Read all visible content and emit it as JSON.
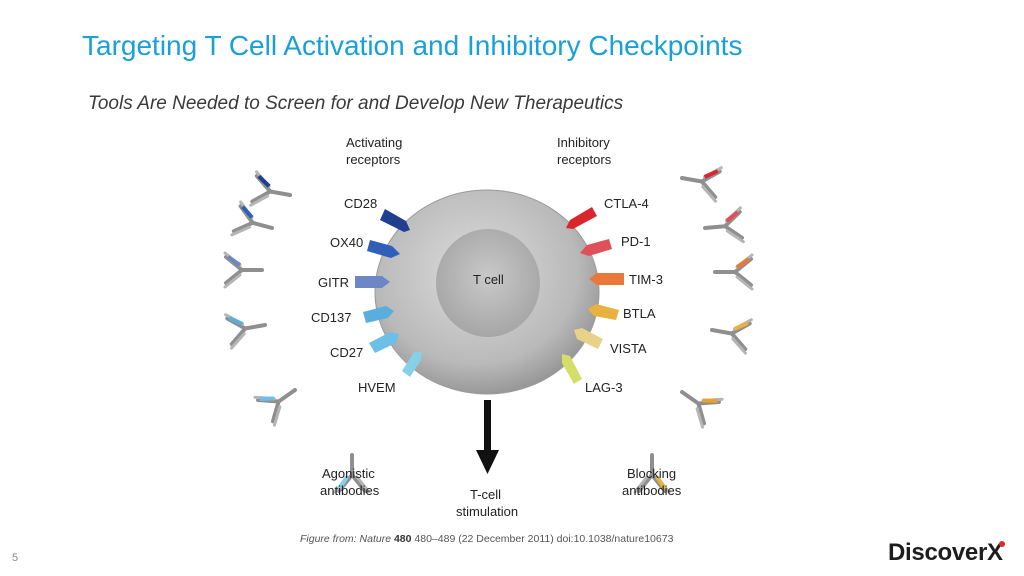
{
  "slide": {
    "title": "Targeting T Cell Activation and Inhibitory Checkpoints",
    "subtitle": "Tools Are Needed to Screen for and Develop New Therapeutics",
    "page_number": "5"
  },
  "diagram": {
    "activating_heading": [
      "Activating",
      "receptors"
    ],
    "inhibitory_heading": [
      "Inhibitory",
      "receptors"
    ],
    "cell_label": "T cell",
    "activating_receptors": [
      "CD28",
      "OX40",
      "GITR",
      "CD137",
      "CD27",
      "HVEM"
    ],
    "inhibitory_receptors": [
      "CTLA-4",
      "PD-1",
      "TIM-3",
      "BTLA",
      "VISTA",
      "LAG-3"
    ],
    "agonistic_label": [
      "Agonistic",
      "antibodies"
    ],
    "blocking_label": [
      "Blocking",
      "antibodies"
    ],
    "stimulation_label": [
      "T-cell",
      "stimulation"
    ],
    "colors": {
      "activating": [
        "#1f3f8f",
        "#2f5fb8",
        "#6d86c4",
        "#5aaedd",
        "#6cc0e8",
        "#86d0ea"
      ],
      "inhibitory": [
        "#d8262c",
        "#e0505a",
        "#e9783a",
        "#e9b240",
        "#e8d28a",
        "#d4df6a"
      ]
    }
  },
  "caption": {
    "prefix": "Figure from: ",
    "journal": "Nature",
    "volume": "480",
    "rest": " 480–489 (22 December 2011) doi:10.1038/nature10673"
  },
  "logo": {
    "text": "Discover",
    "x": "X"
  }
}
